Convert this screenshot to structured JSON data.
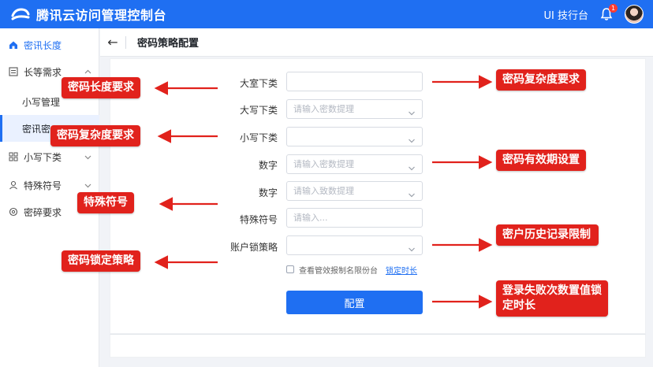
{
  "header": {
    "brand": "腾讯云访问管理控制台",
    "workbench": "UI 技行台",
    "notification_count": "1"
  },
  "sidebar": {
    "items": [
      {
        "label": "密讯长度",
        "icon": "home-icon"
      },
      {
        "label": "长等需求",
        "icon": "list-icon"
      },
      {
        "label": "小写管理"
      },
      {
        "label": "密讯密"
      },
      {
        "label": "小写下类",
        "icon": "grid-icon"
      },
      {
        "label": "特殊符号",
        "icon": "user-icon"
      },
      {
        "label": "密碎要求",
        "icon": "settings-icon"
      }
    ]
  },
  "page": {
    "title": "密码策略配置"
  },
  "form": {
    "fields": [
      {
        "label": "大室下类",
        "placeholder": "",
        "type": "text"
      },
      {
        "label": "大写下类",
        "placeholder": "请输入密数提理",
        "type": "select"
      },
      {
        "label": "小写下类",
        "placeholder": "",
        "type": "select"
      },
      {
        "label": "数字",
        "placeholder": "请输入密数提理",
        "type": "select"
      },
      {
        "label": "数字",
        "placeholder": "请输入致数提理",
        "type": "select"
      },
      {
        "label": "特殊符号",
        "placeholder": "请输入...",
        "type": "text"
      },
      {
        "label": "账户锁策略",
        "placeholder": "",
        "type": "select"
      }
    ],
    "checkbox_label": "查看管效报制名限份台",
    "lock_link": "锁定时长",
    "submit_label": "配置"
  },
  "annotations": {
    "left": [
      "密码长度要求",
      "密码复杂度要求",
      "特殊符号",
      "密码锁定策略"
    ],
    "right": [
      "密码复杂度要求",
      "密码有效期设置",
      "密户历史记录限制",
      "登录失败次数置值锁定时长"
    ]
  },
  "colors": {
    "primary": "#1f6ff2",
    "annotation": "#e1221c"
  }
}
